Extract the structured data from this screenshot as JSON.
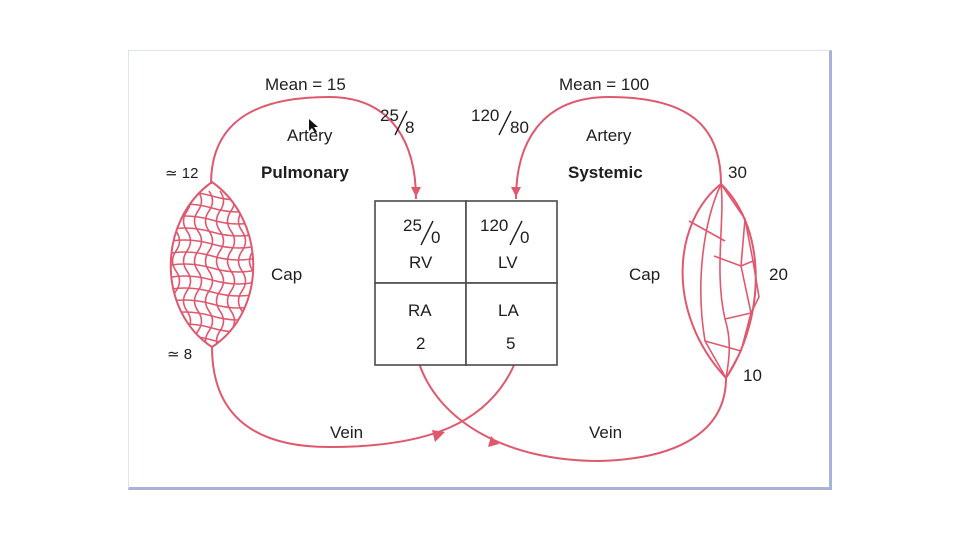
{
  "labels": {
    "pulm_mean": "Mean = 15",
    "sys_mean": "Mean = 100",
    "pulm_artery": "Artery",
    "sys_artery": "Artery",
    "pulm_title": "Pulmonary",
    "sys_title": "Systemic",
    "pulm_artery_pressure_num": "25",
    "pulm_artery_pressure_den": "8",
    "sys_artery_pressure_num": "120",
    "sys_artery_pressure_den": "80",
    "pulm_pre_cap": "≃ 12",
    "pulm_post_cap": "≃ 8",
    "pulm_cap": "Cap",
    "sys_cap": "Cap",
    "sys_pre_cap": "30",
    "sys_mid_cap": "20",
    "sys_post_cap": "10",
    "pulm_vein": "Vein",
    "sys_vein": "Vein"
  },
  "heart": {
    "rv_num": "25",
    "rv_den": "0",
    "rv_label": "RV",
    "lv_num": "120",
    "lv_den": "0",
    "lv_label": "LV",
    "ra_label": "RA",
    "ra_value": "2",
    "la_label": "LA",
    "la_value": "5"
  },
  "colors": {
    "vessel": "#e0586e",
    "chamber_border": "#4a4a4a",
    "frame_border": "#a9b3d9"
  }
}
